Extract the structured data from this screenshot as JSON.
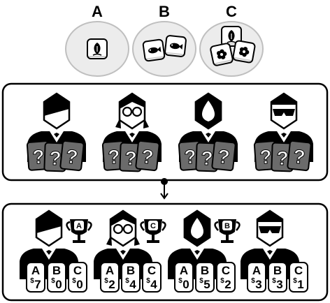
{
  "lots": [
    {
      "label": "A",
      "item_icon": "leaf-icon",
      "count": 1
    },
    {
      "label": "B",
      "item_icon": "fish-icon",
      "count": 2
    },
    {
      "label": "C",
      "item_icon": "flower-leaf-icon",
      "count": 3
    }
  ],
  "bidders": [
    {
      "avatar": "half-dark-hair-avatar",
      "bid_card_text": "?"
    },
    {
      "avatar": "glasses-avatar",
      "bid_card_text": "?"
    },
    {
      "avatar": "dark-spade-head-avatar",
      "bid_card_text": "?"
    },
    {
      "avatar": "sunglasses-avatar",
      "bid_card_text": "?"
    }
  ],
  "outcomes": [
    {
      "won": "A",
      "bids": [
        {
          "lot": "A",
          "currency": "$",
          "amount": "7"
        },
        {
          "lot": "B",
          "currency": "$",
          "amount": "0"
        },
        {
          "lot": "C",
          "currency": "$",
          "amount": "0"
        }
      ]
    },
    {
      "won": "C",
      "bids": [
        {
          "lot": "A",
          "currency": "$",
          "amount": "2"
        },
        {
          "lot": "B",
          "currency": "$",
          "amount": "4"
        },
        {
          "lot": "C",
          "currency": "$",
          "amount": "4"
        }
      ]
    },
    {
      "won": "B",
      "bids": [
        {
          "lot": "A",
          "currency": "$",
          "amount": "0"
        },
        {
          "lot": "B",
          "currency": "$",
          "amount": "5"
        },
        {
          "lot": "C",
          "currency": "$",
          "amount": "2"
        }
      ]
    },
    {
      "won": "",
      "bids": [
        {
          "lot": "A",
          "currency": "$",
          "amount": "3"
        },
        {
          "lot": "B",
          "currency": "$",
          "amount": "3"
        },
        {
          "lot": "C",
          "currency": "$",
          "amount": "1"
        }
      ]
    }
  ],
  "colors": {
    "ink": "#000000",
    "card_fill": "#6b6b6b",
    "ellipse_fill": "#ececec",
    "paper": "#ffffff"
  }
}
